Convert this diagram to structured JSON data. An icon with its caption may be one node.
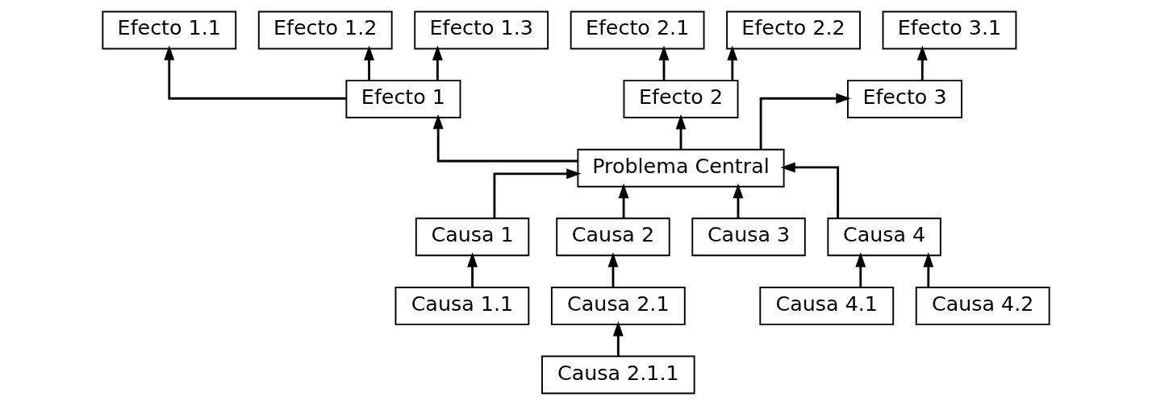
{
  "diagram": {
    "nodes": [
      {
        "text": [
          "Efecto 1.1"
        ]
      },
      {
        "text": [
          "Efecto 1.2"
        ]
      },
      {
        "text": [
          "Efecto 1.3"
        ]
      },
      {
        "text": [
          "Efecto 2.1"
        ]
      },
      {
        "text": [
          "Efecto 2.2"
        ]
      },
      {
        "text": [
          "Efecto 3.1"
        ]
      },
      {
        "text": [
          "Efecto 1"
        ]
      },
      {
        "text": [
          "Efecto 2"
        ]
      },
      {
        "text": [
          "Efecto 3"
        ]
      },
      {
        "text": [
          "Problema Central"
        ]
      },
      {
        "text": [
          "Causa 1"
        ]
      },
      {
        "text": [
          "Causa 2"
        ]
      },
      {
        "text": [
          "Causa 3"
        ]
      },
      {
        "text": [
          "Causa 4"
        ]
      },
      {
        "text": [
          "Causa 1.1"
        ]
      },
      {
        "text": [
          "Causa 2.1"
        ]
      },
      {
        "text": [
          "Causa 4.1"
        ]
      },
      {
        "text": [
          "Causa 4.2"
        ]
      },
      {
        "text": [
          "Causa 2.1.1"
        ]
      }
    ],
    "edges": [
      {
        "from": 6,
        "to": 0,
        "arrow": "to"
      },
      {
        "from": 6,
        "to": 1,
        "arrow": "to"
      },
      {
        "from": 6,
        "to": 2,
        "arrow": "to"
      },
      {
        "from": 7,
        "to": 3,
        "arrow": "to"
      },
      {
        "from": 7,
        "to": 4,
        "arrow": "to"
      },
      {
        "from": 8,
        "to": 5,
        "arrow": "to"
      },
      {
        "from": 9,
        "to": 6,
        "arrow": "to"
      },
      {
        "from": 9,
        "to": 7,
        "arrow": "to"
      },
      {
        "from": 9,
        "to": 8,
        "arrow": "to"
      },
      {
        "from": 10,
        "to": 9,
        "arrow": "to"
      },
      {
        "from": 11,
        "to": 9,
        "arrow": "to"
      },
      {
        "from": 12,
        "to": 9,
        "arrow": "to"
      },
      {
        "from": 13,
        "to": 9,
        "arrow": "to"
      },
      {
        "from": 14,
        "to": 10,
        "arrow": "to"
      },
      {
        "from": 15,
        "to": 11,
        "arrow": "to"
      },
      {
        "from": 18,
        "to": 15,
        "arrow": "to"
      },
      {
        "from": 16,
        "to": 13,
        "arrow": "to"
      },
      {
        "from": 17,
        "to": 13,
        "arrow": "to"
      }
    ]
  }
}
